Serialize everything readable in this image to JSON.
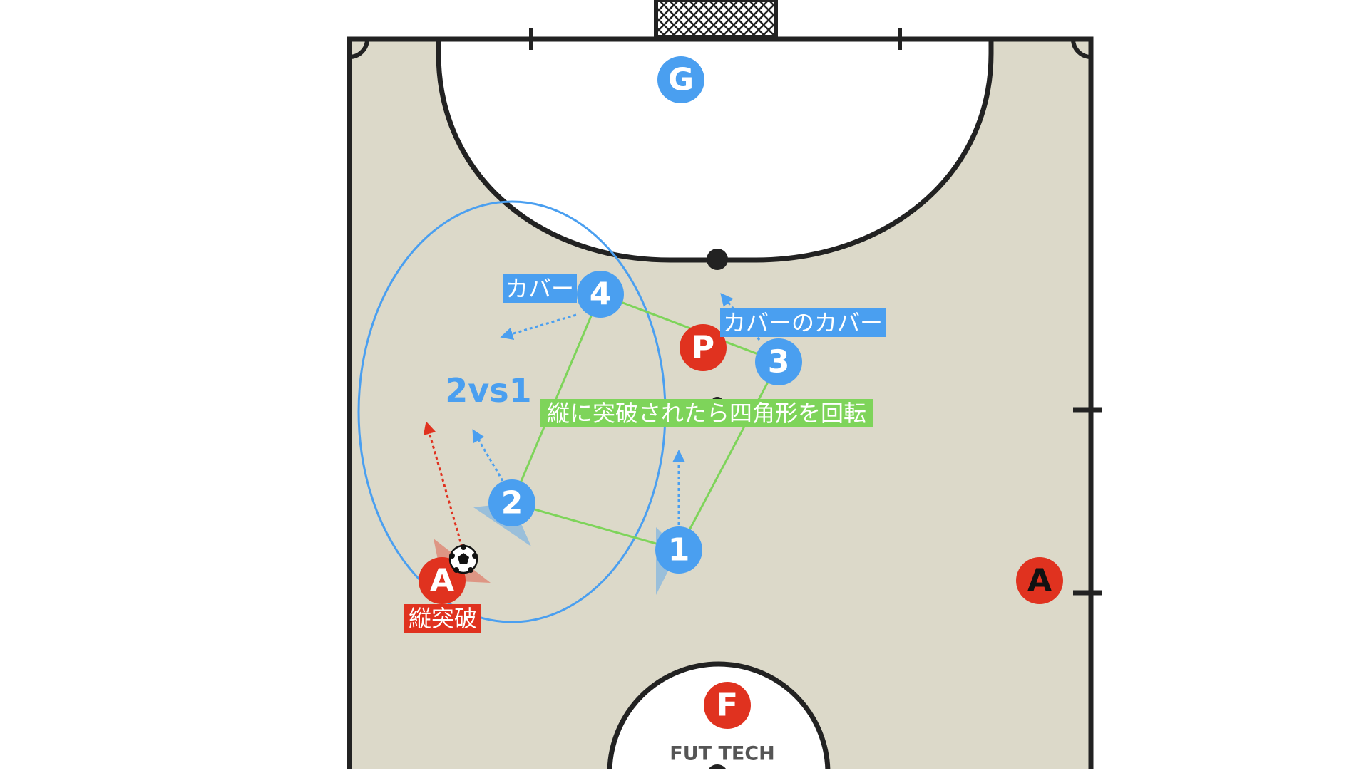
{
  "colors": {
    "court": "#dcd9c9",
    "lines": "#222222",
    "blue": "#4a9ff0",
    "red": "#e0321f",
    "green": "#7ed45a"
  },
  "players": {
    "goalkeeper": "G",
    "blue_1": "1",
    "blue_2": "2",
    "blue_3": "3",
    "blue_4": "4",
    "red_attacker_ball": "A",
    "red_attacker_right": "A",
    "red_pivot": "P",
    "red_fixo": "F"
  },
  "labels": {
    "cover": "カバー",
    "cover_of_cover": "カバーのカバー",
    "two_vs_one": "2vs1",
    "rotate": "縦に突破されたら四角形を回転",
    "vertical_break": "縦突破",
    "brand": "FUT TECH"
  },
  "icons": {
    "ball": "soccer-ball-icon"
  }
}
